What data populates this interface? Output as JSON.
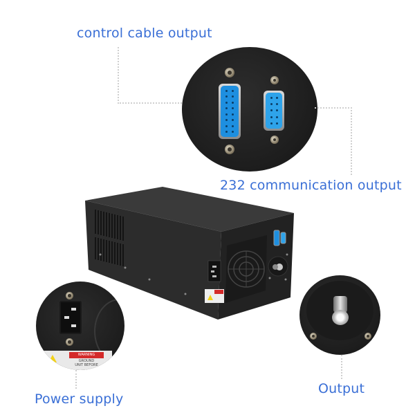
{
  "labels": {
    "control_cable": "control cable output",
    "rs232": "232 communication output",
    "power_supply": "Power supply",
    "output": "Output"
  },
  "warning_sticker": {
    "title": "WARNING",
    "line1": "GROUND",
    "line2": "UNIT BEFORE"
  },
  "colors": {
    "label_blue": "#3a6fd6",
    "chassis": "#2a2a2a",
    "connector_blue": "#1e8fe0",
    "leader_line": "#cfcfcf",
    "warning_red": "#d42a2a"
  },
  "connectors": {
    "db15_pins": 15,
    "db9_pins": 9
  }
}
